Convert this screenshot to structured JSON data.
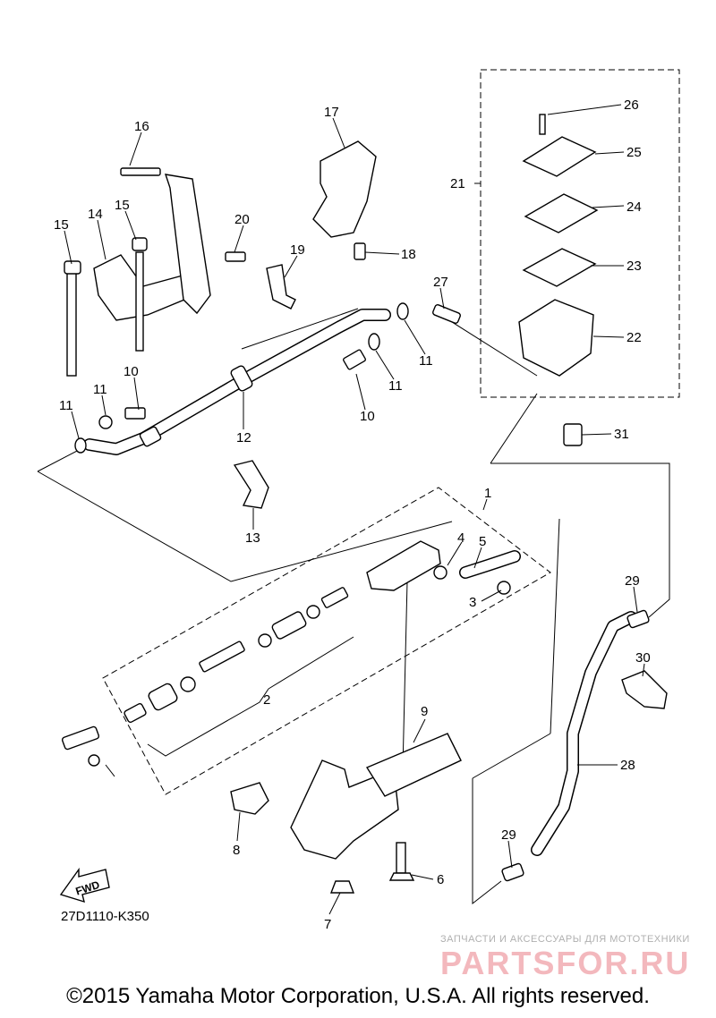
{
  "diagram": {
    "callouts": [
      "1",
      "2",
      "3",
      "4",
      "5",
      "6",
      "7",
      "8",
      "9",
      "10",
      "11",
      "12",
      "13",
      "14",
      "15",
      "16",
      "17",
      "18",
      "19",
      "20",
      "21",
      "22",
      "23",
      "24",
      "25",
      "26",
      "27",
      "28",
      "29",
      "30",
      "31"
    ],
    "fwd_label": "FWD",
    "drawing_code": "27D1110-K350"
  },
  "watermark": {
    "tagline": "ЗАПЧАСТИ И АКСЕССУАРЫ ДЛЯ МОТОТЕХНИКИ",
    "brand": "PARTSFOR.RU"
  },
  "footer": {
    "copyright": "©2015 Yamaha Motor Corporation, U.S.A. All rights reserved."
  }
}
